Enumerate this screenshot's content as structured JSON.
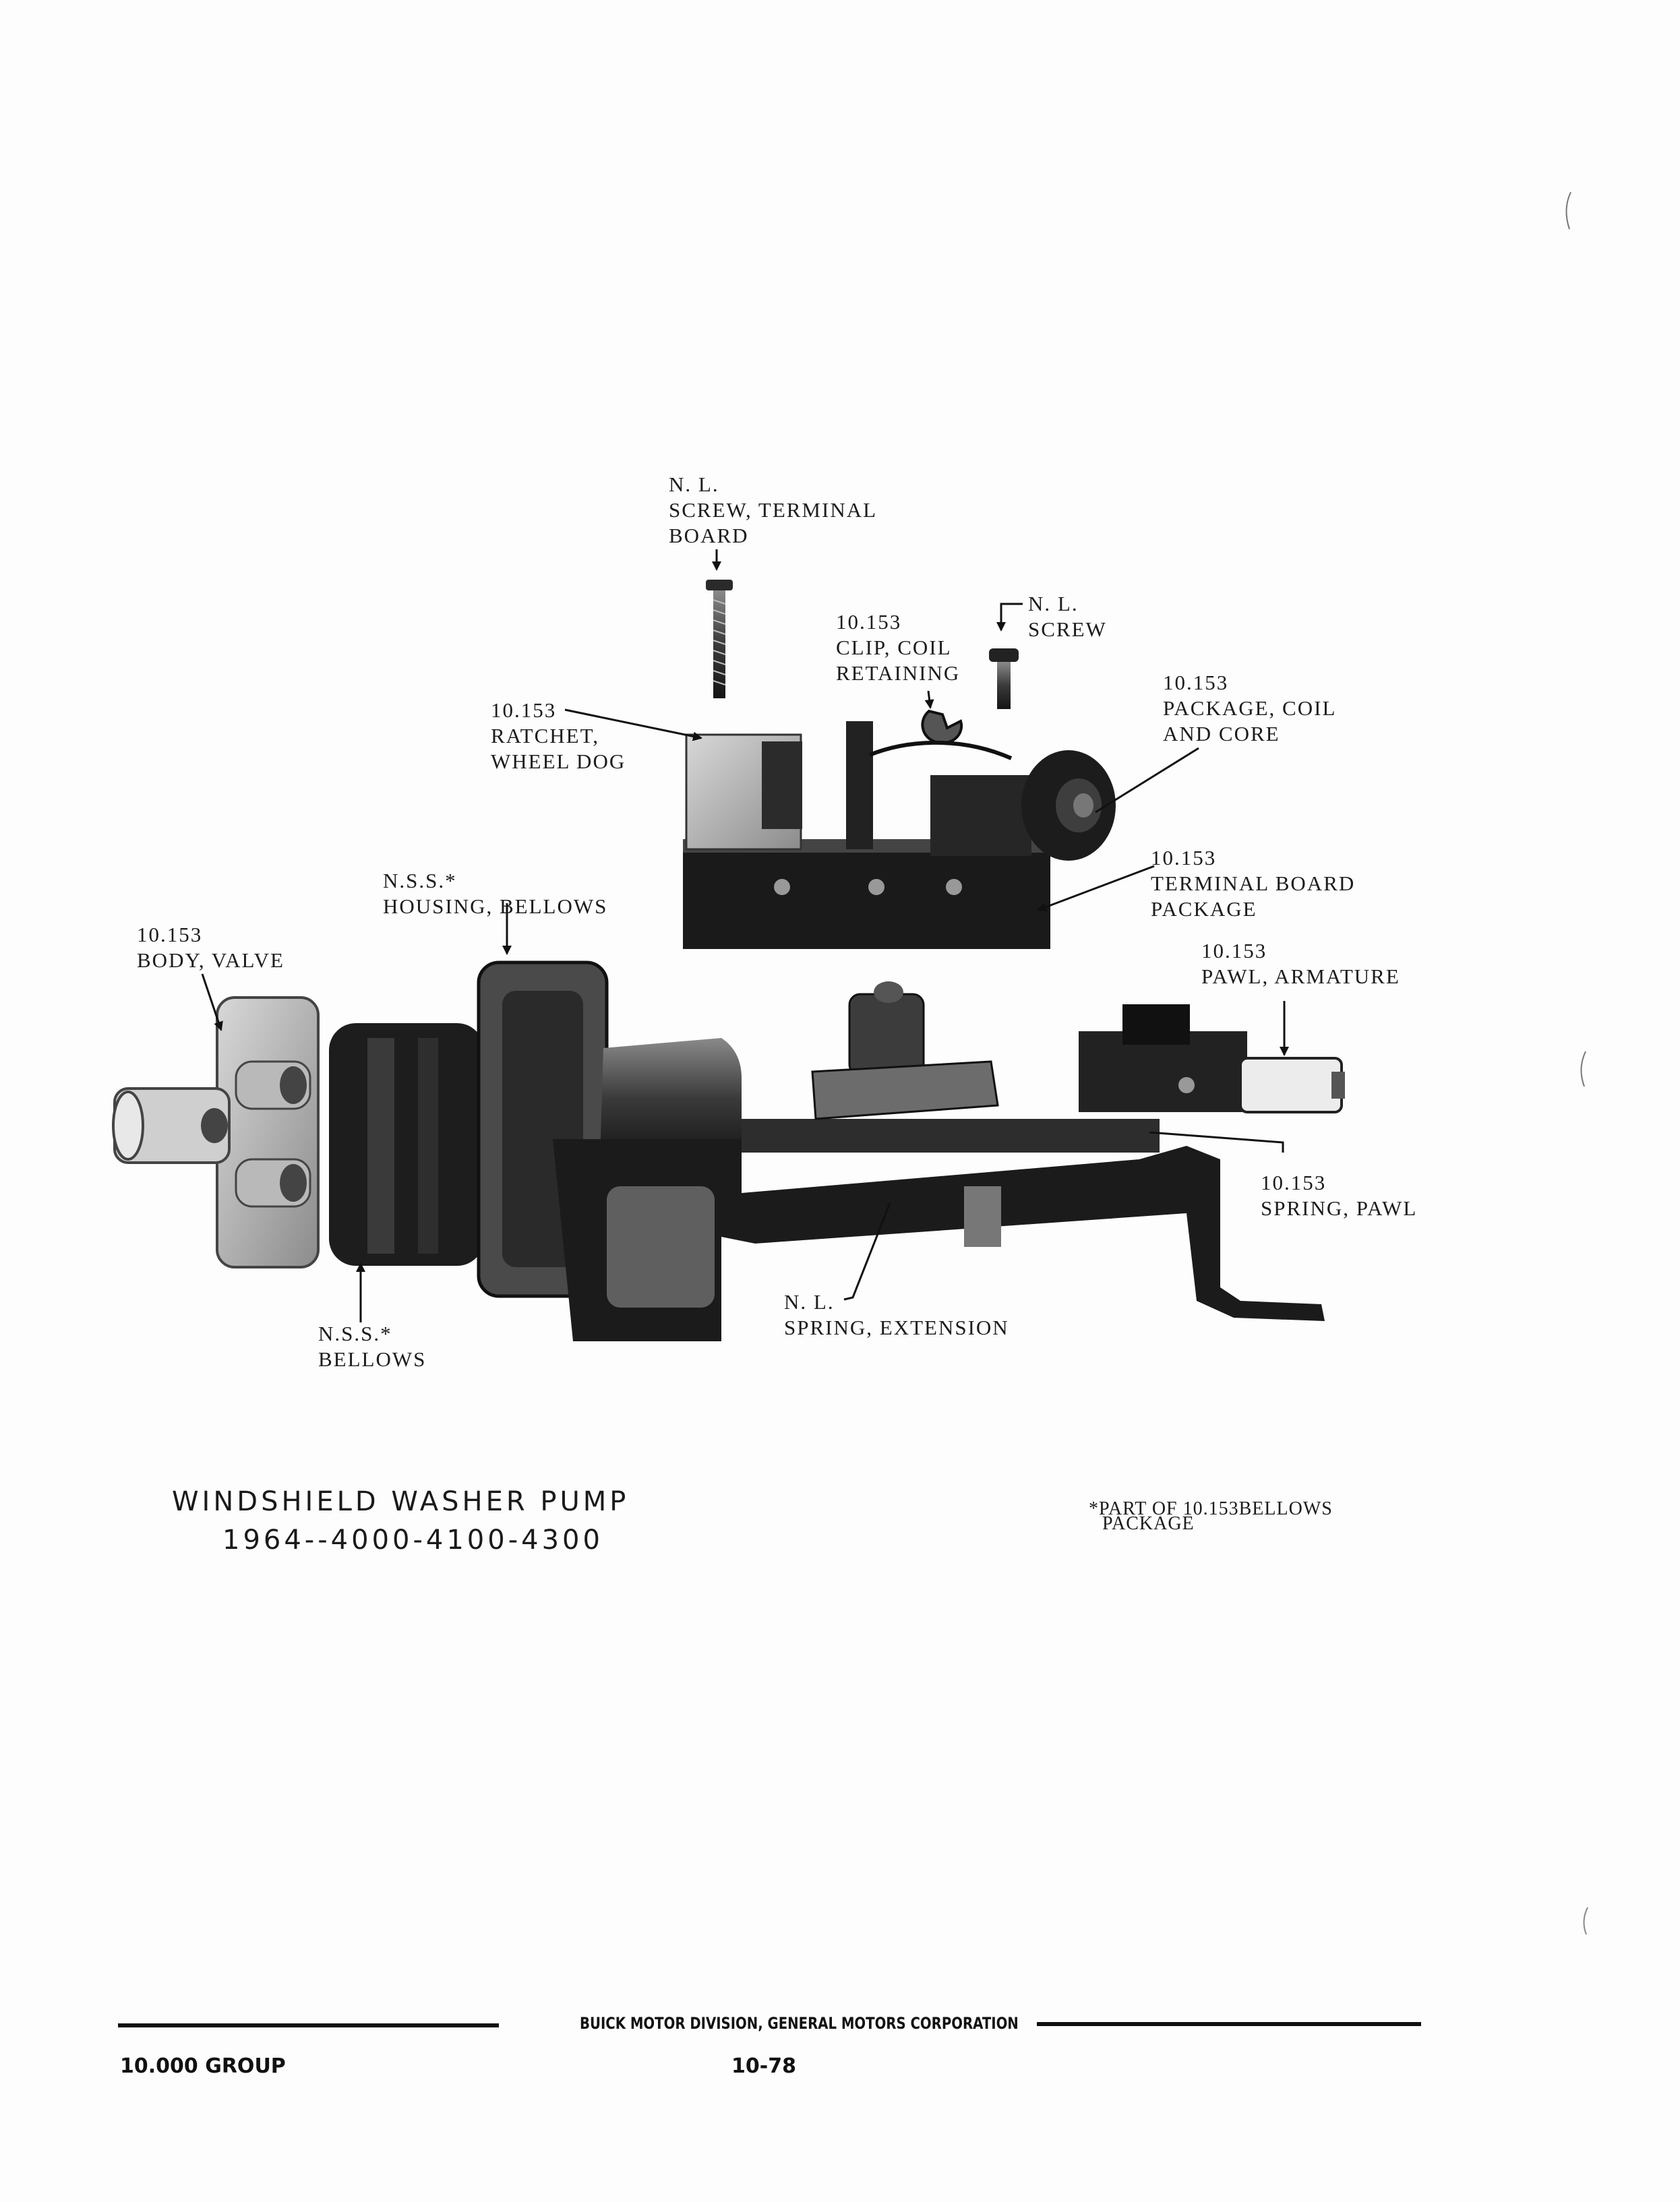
{
  "figure": {
    "title_line1": "WINDSHIELD WASHER PUMP",
    "title_line2": "1964--4000-4100-4300",
    "footnote_line1": "*PART OF 10.153BELLOWS",
    "footnote_line2": "PACKAGE",
    "callouts": {
      "screw_terminal_board": [
        "N. L.",
        "SCREW, TERMINAL",
        "BOARD"
      ],
      "clip_coil_retaining": [
        "10.153",
        "CLIP, COIL",
        "RETAINING"
      ],
      "screw": [
        "N. L.",
        "SCREW"
      ],
      "package_coil_core": [
        "10.153",
        "PACKAGE, COIL",
        "AND CORE"
      ],
      "ratchet_wheel_dog": [
        "10.153",
        "RATCHET,",
        "WHEEL DOG"
      ],
      "terminal_board_package": [
        "10.153",
        "TERMINAL BOARD",
        "PACKAGE"
      ],
      "housing_bellows": [
        "N.S.S.*",
        "HOUSING, BELLOWS"
      ],
      "body_valve": [
        "10.153",
        "BODY, VALVE"
      ],
      "pawl_armature": [
        "10.153",
        "PAWL, ARMATURE"
      ],
      "spring_pawl": [
        "10.153",
        "SPRING, PAWL"
      ],
      "spring_extension": [
        "N. L.",
        "SPRING, EXTENSION"
      ],
      "bellows": [
        "N.S.S.*",
        "BELLOWS"
      ]
    }
  },
  "footer": {
    "corporation": "BUICK MOTOR DIVISION, GENERAL MOTORS CORPORATION",
    "group": "10.000 GROUP",
    "page_number": "10-78"
  }
}
